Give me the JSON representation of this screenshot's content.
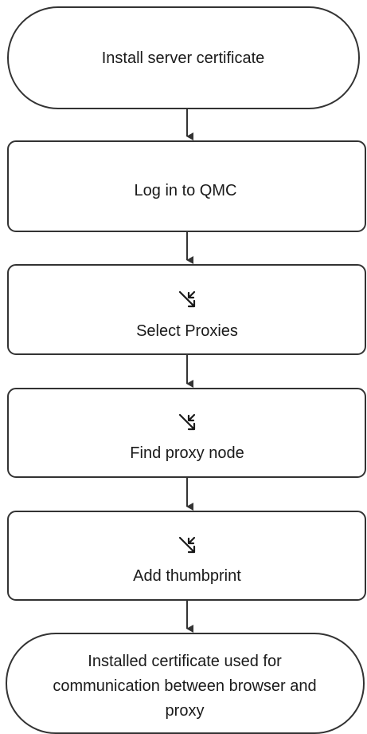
{
  "flowchart": {
    "start": {
      "label": "Install server certificate"
    },
    "steps": [
      {
        "label": "Log in to QMC",
        "icon": ""
      },
      {
        "label": "Select Proxies",
        "icon": "collapse-arrows-icon"
      },
      {
        "label": "Find proxy node",
        "icon": "collapse-arrows-icon"
      },
      {
        "label": "Add thumbprint",
        "icon": "collapse-arrows-icon"
      }
    ],
    "end": {
      "line1": "Installed certificate used for",
      "line2": "communication between browser and",
      "line3": "proxy"
    }
  },
  "colors": {
    "stroke": "#333333",
    "fill": "#ffffff",
    "text": "#1a1a1a"
  },
  "icon_glyph": "⤡"
}
